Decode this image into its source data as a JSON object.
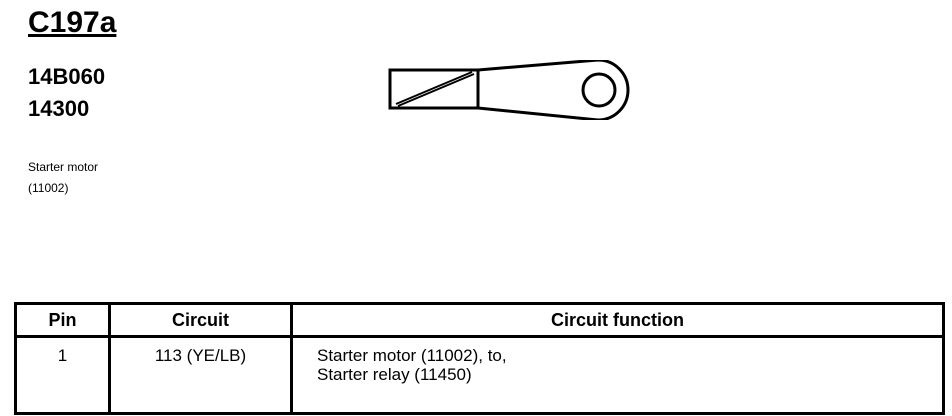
{
  "connector": {
    "id": "C197a",
    "part_numbers": [
      "14B060",
      "14300"
    ],
    "description_lines": [
      "Starter motor",
      "(11002)"
    ]
  },
  "table": {
    "headers": {
      "pin": "Pin",
      "circuit": "Circuit",
      "function": "Circuit function"
    },
    "rows": [
      {
        "pin": "1",
        "circuit": "113 (YE/LB)",
        "function_lines": [
          "Starter motor (11002), to,",
          "Starter relay (11450)"
        ]
      }
    ]
  },
  "icons": {
    "terminal": "ring-terminal-icon"
  }
}
